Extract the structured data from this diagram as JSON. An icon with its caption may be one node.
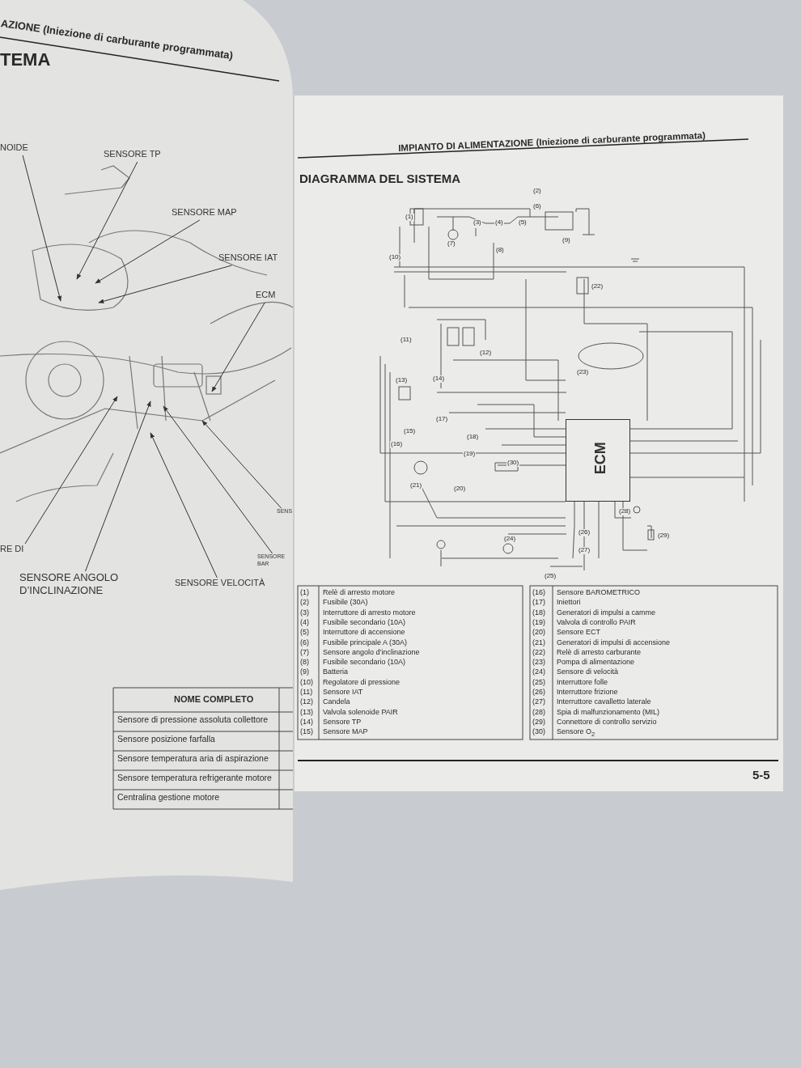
{
  "diagram": {
    "nodes": [
      {
        "text": [
          "NOIDE"
        ]
      },
      {
        "text": [
          "SENSORE TP"
        ]
      },
      {
        "text": [
          "SENSORE MAP"
        ]
      },
      {
        "text": [
          "SENSORE IAT"
        ]
      },
      {
        "text": [
          "ECM"
        ]
      },
      {
        "text": [
          "SENS"
        ]
      },
      {
        "text": [
          "SENSORE BAR"
        ]
      },
      {
        "text": [
          "RE DI"
        ]
      },
      {
        "text": [
          "SENSORE ANGOLO D’INCLINAZIONE"
        ]
      },
      {
        "text": [
          "SENSORE VELOCITÀ"
        ]
      },
      {
        "text": [
          "ECM"
        ]
      }
    ],
    "edges": [
      {
        "from": 0,
        "to": null,
        "arrow": "to"
      },
      {
        "from": 1,
        "to": null,
        "arrow": "to"
      },
      {
        "from": 2,
        "to": null,
        "arrow": "to"
      },
      {
        "from": 3,
        "to": null,
        "arrow": "to"
      },
      {
        "from": 4,
        "to": null,
        "arrow": "to"
      },
      {
        "from": 5,
        "to": null,
        "arrow": "to"
      },
      {
        "from": 6,
        "to": null,
        "arrow": "to"
      },
      {
        "from": 7,
        "to": null,
        "arrow": "to"
      },
      {
        "from": 8,
        "to": null,
        "arrow": "to"
      },
      {
        "from": 9,
        "to": null,
        "arrow": "to"
      }
    ],
    "labels": [
      "AZIONE (Iniezione di carburante programmata)",
      "TEMA",
      "NOME COMPLETO",
      "Sensore di pressione assoluta collettore",
      "Sensore posizione farfalla",
      "Sensore temperatura aria di aspirazione",
      "Sensore temperatura refrigerante motore",
      "Centralina gestione motore",
      "IMPIANTO DI ALIMENTAZIONE (Iniezione di carburante programmata)",
      "DIAGRAMMA DEL SISTEMA",
      "(1)",
      "(2)",
      "(3)",
      "(4)",
      "(5)",
      "(6)",
      "(7)",
      "(8)",
      "(9)",
      "(10)",
      "(11)",
      "(12)",
      "(13)",
      "(14)",
      "(15)",
      "(16)",
      "(17)",
      "(18)",
      "(19)",
      "(20)",
      "(21)",
      "(22)",
      "(23)",
      "(24)",
      "(25)",
      "(26)",
      "(27)",
      "(28)",
      "(29)",
      "(30)",
      "(1)",
      "Relè di arresto motore",
      "(2)",
      "Fusibile (30A)",
      "(3)",
      "Interruttore di arresto motore",
      "(4)",
      "Fusibile secondario (10A)",
      "(5)",
      "Interruttore di accensione",
      "(6)",
      "Fusibile principale A (30A)",
      "(7)",
      "Sensore angolo d’inclinazione",
      "(8)",
      "Fusibile secondario (10A)",
      "(9)",
      "Batteria",
      "(10)",
      "Regolatore di pressione",
      "(11)",
      "Sensore IAT",
      "(12)",
      "Candela",
      "(13)",
      "Valvola solenoide PAIR",
      "(14)",
      "Sensore TP",
      "(15)",
      "Sensore MAP",
      "(16)",
      "Sensore BAROMETRICO",
      "(17)",
      "Iniettori",
      "(18)",
      "Generatori di impulsi a camme",
      "(19)",
      "Valvola di controllo PAIR",
      "(20)",
      "Sensore ECT",
      "(21)",
      "Generatori di impulsi di accensione",
      "(22)",
      "Relè di arresto carburante",
      "(23)",
      "Pompa di alimentazione",
      "(24)",
      "Sensore di velocità",
      "(25)",
      "Interruttore folle",
      "(26)",
      "Interruttore frizione",
      "(27)",
      "Interruttore cavalletto laterale",
      "(28)",
      "Spia di malfunzionamento (MIL)",
      "(29)",
      "Connettore di controllo servizio",
      "(30)",
      "Sensore O$_{2}$",
      "5-5"
    ]
  }
}
